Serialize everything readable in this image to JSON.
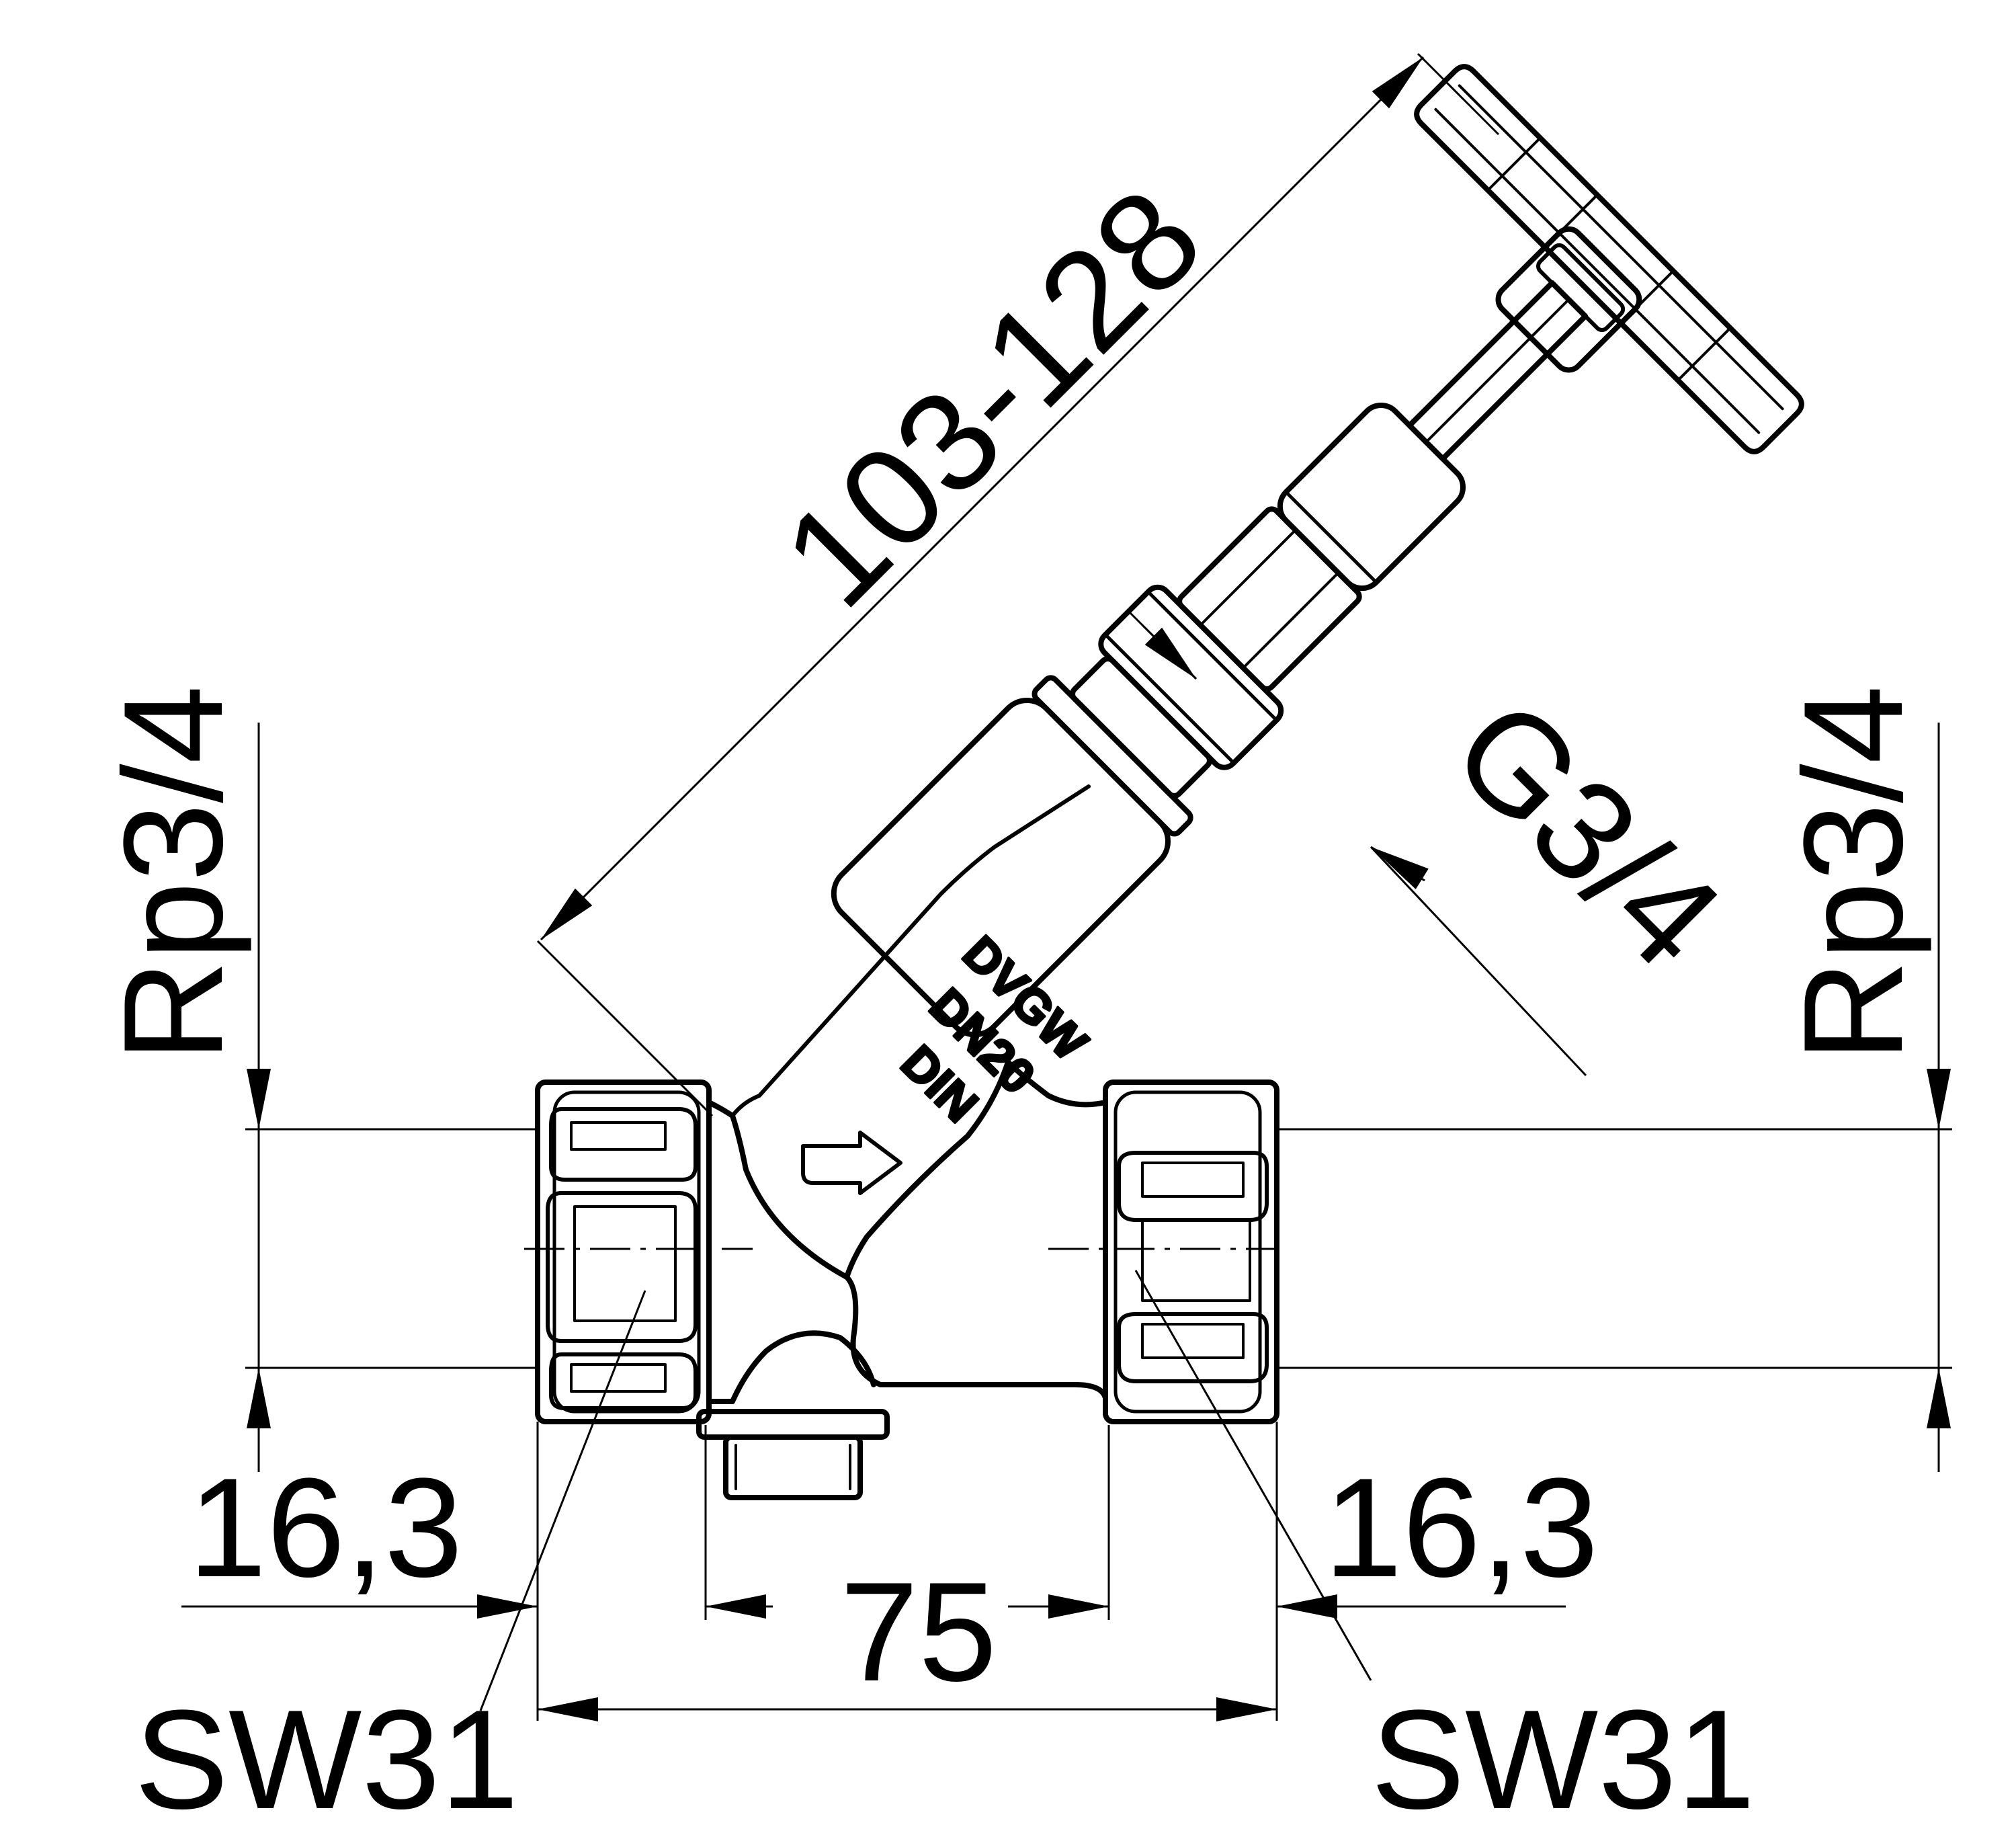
{
  "drawing": {
    "subject": "angle-seat valve (Schrägsitzventil)",
    "colors": {
      "line": "#000000",
      "background": "#ffffff"
    }
  },
  "dimensions": {
    "diagonal_length": "103-128",
    "bonnet_thread": "G3/4",
    "left_thread": "Rp3/4",
    "right_thread": "Rp3/4",
    "left_thread_depth": "16,3",
    "right_thread_depth": "16,3",
    "overall_length": "75",
    "left_wrench_size": "SW31",
    "right_wrench_size": "SW31"
  },
  "body_markings": {
    "line1": "DVGW",
    "line2": "DN20",
    "line3": "DIN"
  },
  "icons": {
    "flow_arrow": "flow-direction-arrow-icon"
  }
}
